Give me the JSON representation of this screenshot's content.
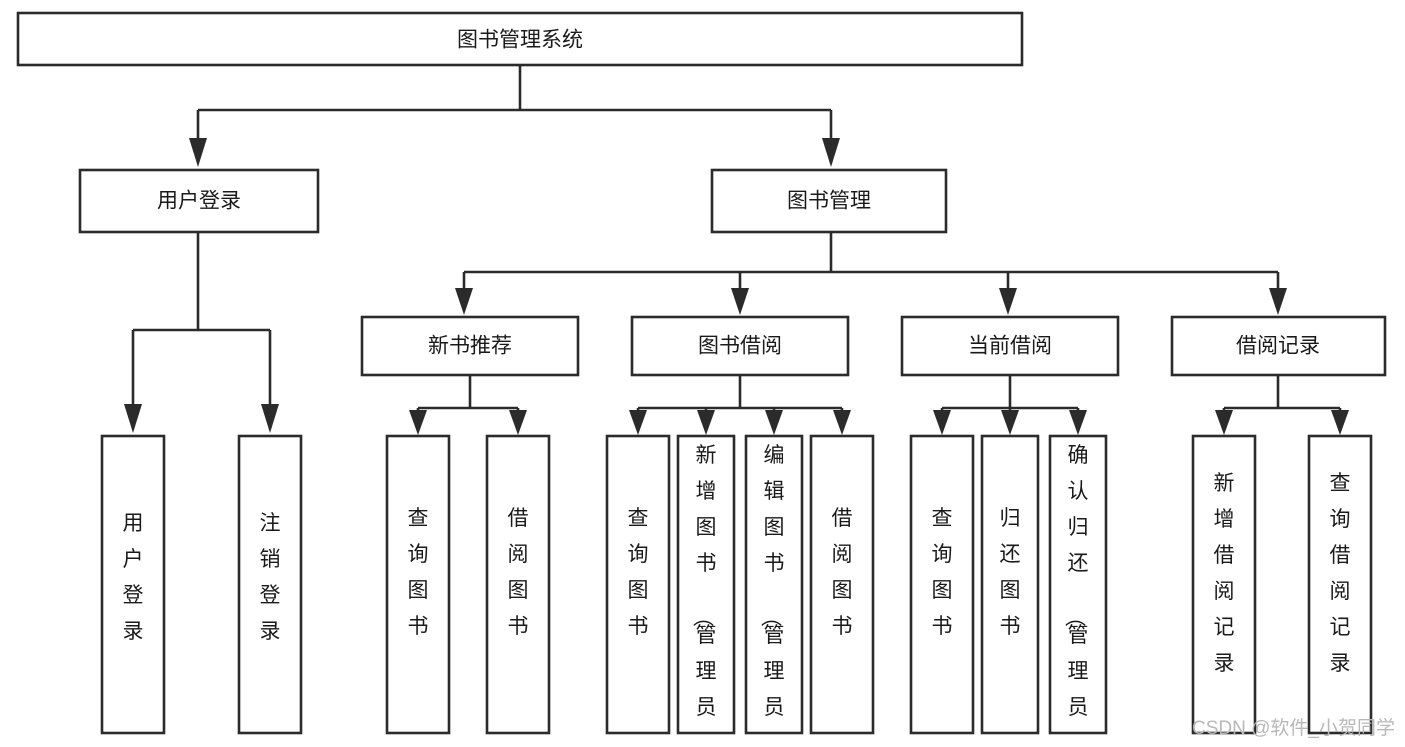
{
  "diagram": {
    "title": "图书管理系统",
    "watermark": "CSDN @软件_小贺同学",
    "colors": {
      "stroke": "#2b2b2b",
      "box_fill": "#ffffff",
      "text": "#1a1a1a",
      "background": "#ffffff",
      "watermark": "#b8b8b8"
    },
    "root": {
      "label": "图书管理系统"
    },
    "level2": [
      {
        "label": "用户登录"
      },
      {
        "label": "图书管理"
      }
    ],
    "level3": [
      {
        "label": "新书推荐"
      },
      {
        "label": "图书借阅"
      },
      {
        "label": "当前借阅"
      },
      {
        "label": "借阅记录"
      }
    ],
    "leaves": {
      "user_login": [
        {
          "label": "用户登录"
        },
        {
          "label": "注销登录"
        }
      ],
      "new_book_recommend": [
        {
          "label": "查询图书"
        },
        {
          "label": "借阅图书"
        }
      ],
      "book_borrow": [
        {
          "label": "查询图书"
        },
        {
          "label": "新增图书（管理员）"
        },
        {
          "label": "编辑图书（管理员）"
        },
        {
          "label": "借阅图书"
        }
      ],
      "current_borrow": [
        {
          "label": "查询图书"
        },
        {
          "label": "归还图书"
        },
        {
          "label": "确认归还（管理员）"
        }
      ],
      "borrow_record": [
        {
          "label": "新增借阅记录"
        },
        {
          "label": "查询借阅记录"
        }
      ]
    }
  }
}
